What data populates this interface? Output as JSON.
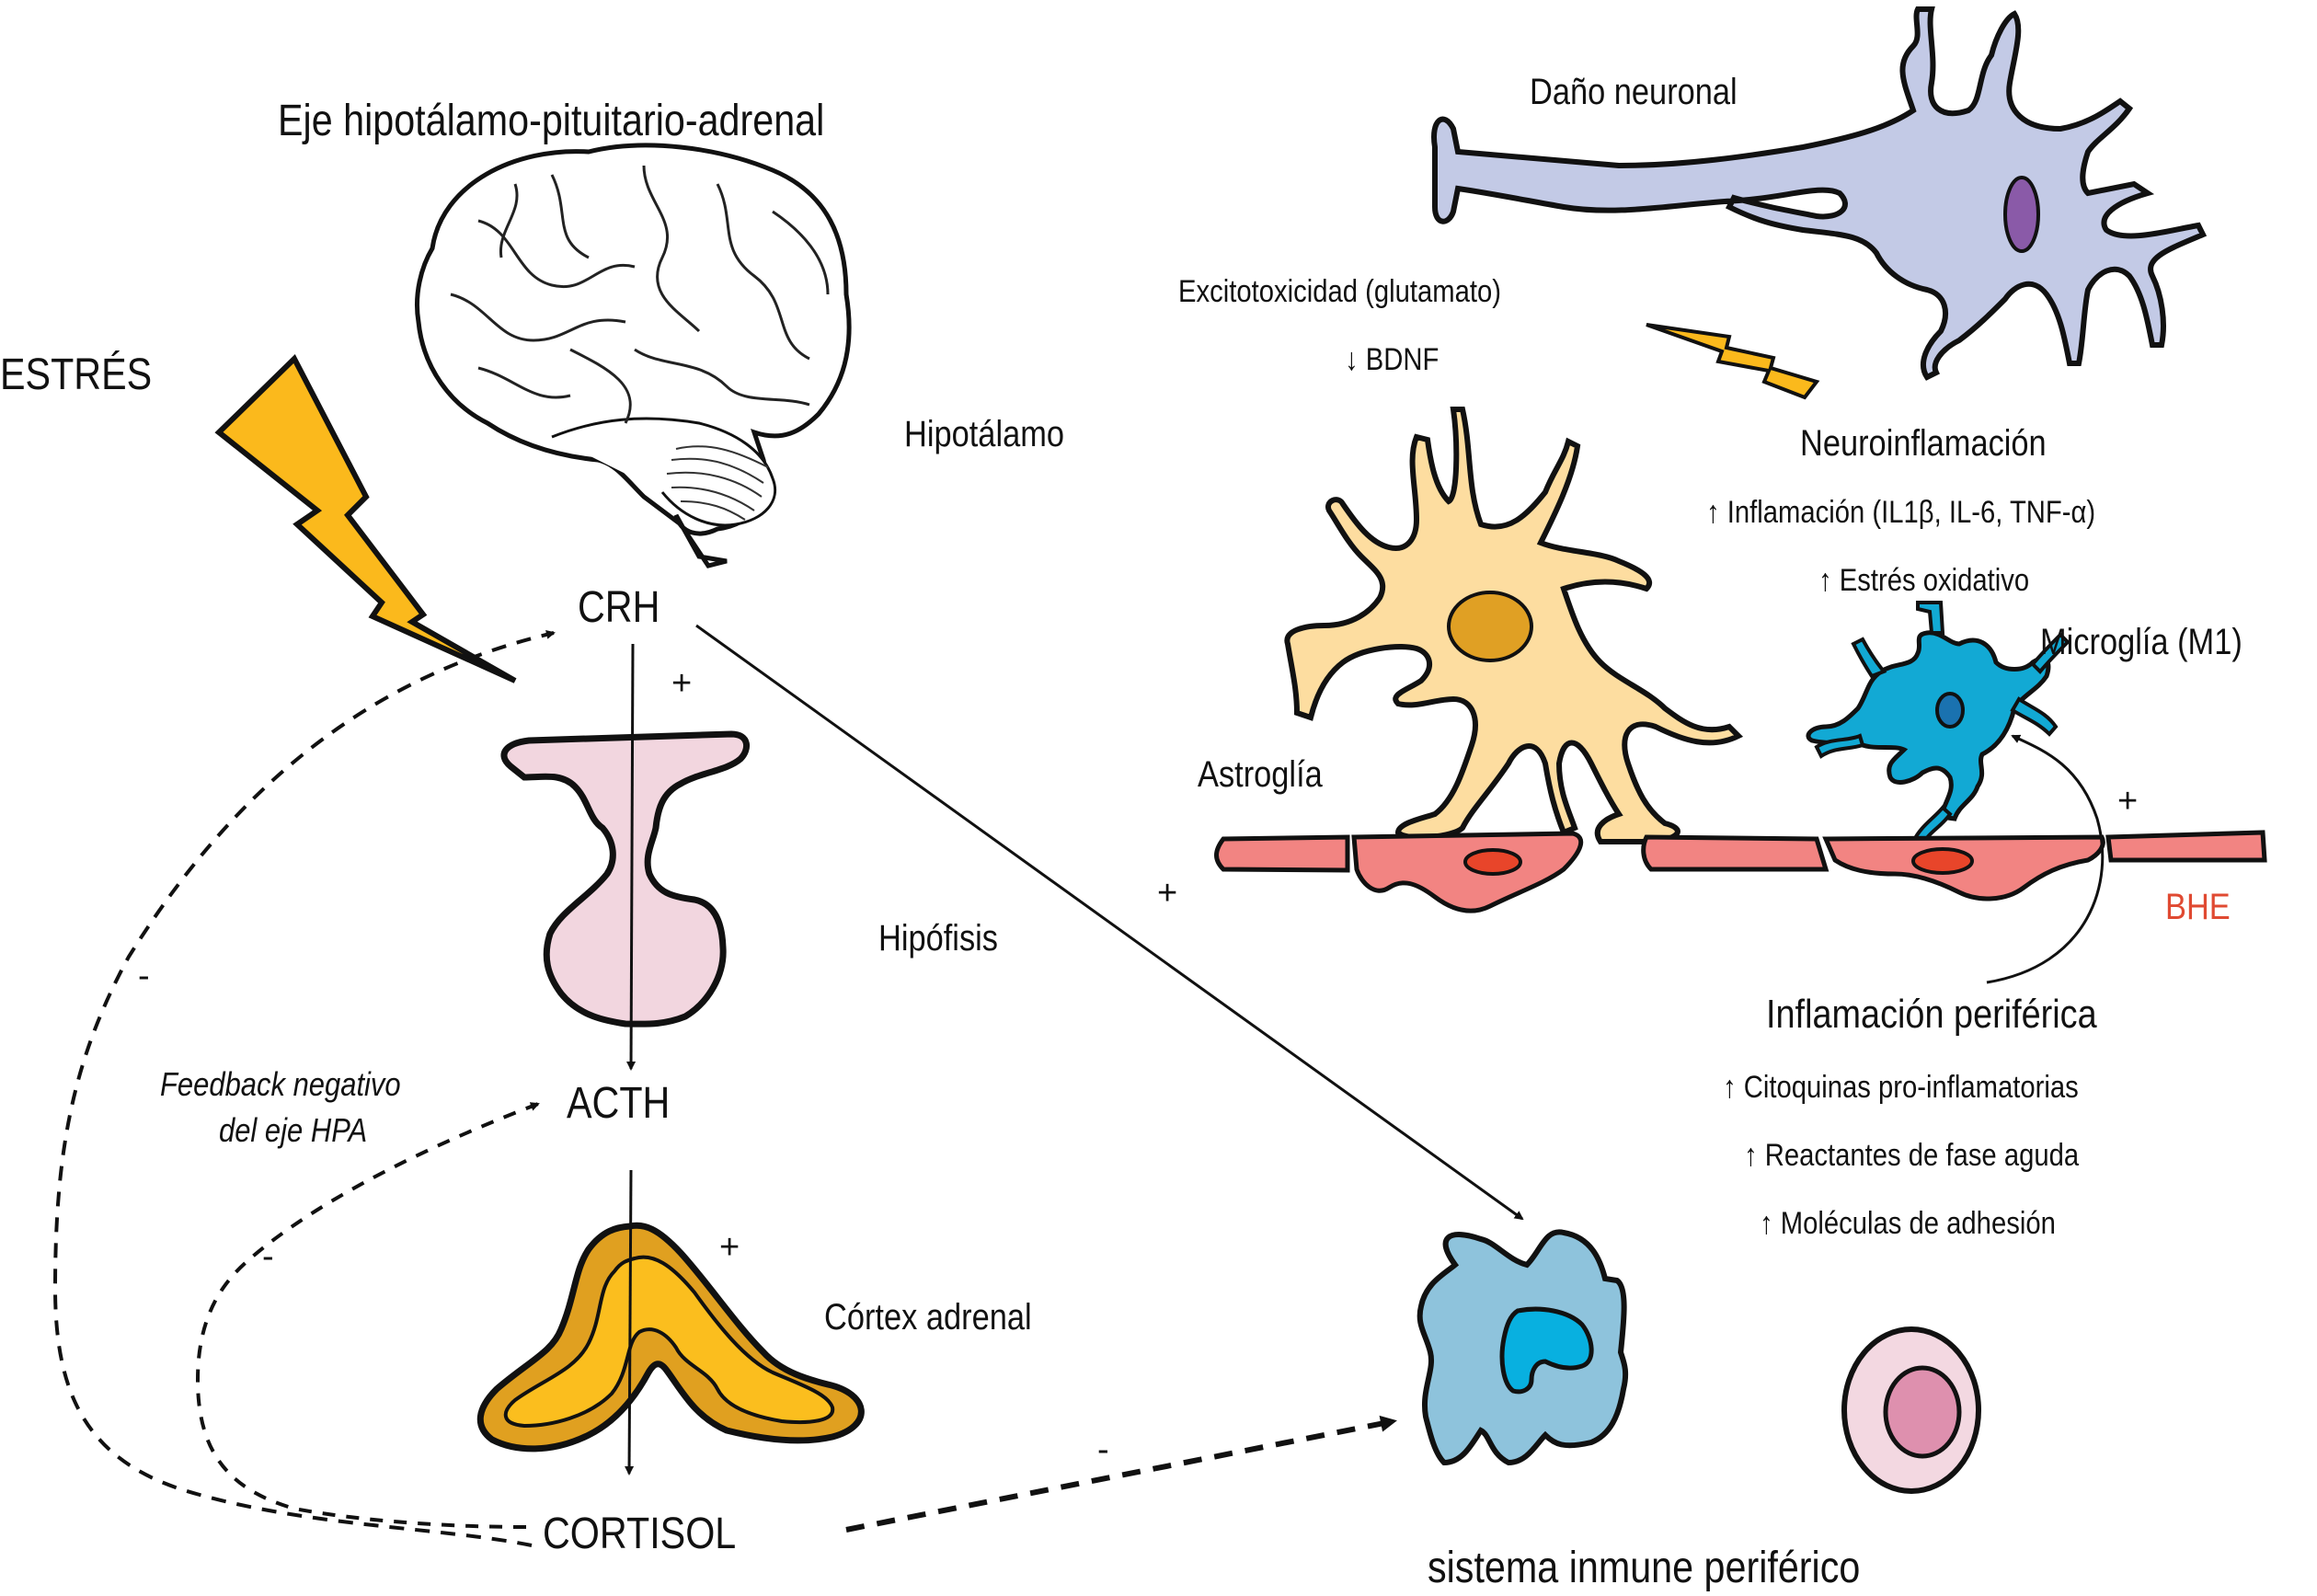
{
  "title": "Eje hipotálamo-pituitario-adrenal",
  "stress_label": "ESTRÉS",
  "hpa": {
    "hypothalamus_label": "Hipotálamo",
    "crh": "CRH",
    "pituitary_label": "Hipófisis",
    "acth": "ACTH",
    "adrenal_label": "Córtex adrenal",
    "cortisol": "CORTISOL",
    "feedback_line1": "Feedback negativo",
    "feedback_line2": "del eje HPA"
  },
  "signs": {
    "crh_to_acth": "+",
    "acth_to_cortisol": "+",
    "crh_to_immune": "+",
    "feedback_outer": "-",
    "feedback_inner": "-",
    "cortisol_to_immune": "-",
    "peripheral_to_microglia": "+"
  },
  "neuron": {
    "label": "Daño neuronal",
    "excitotoxicity": "Excitotoxicidad (glutamato)",
    "bdnf": "↓ BDNF"
  },
  "neuroinflammation": {
    "heading": "Neuroinflamación",
    "items": [
      "↑ Inflamación (IL1β, IL-6, TNF-α)",
      "↑ Estrés oxidativo"
    ],
    "microglia_label": "Microglía (M1)",
    "astroglia_label": "Astroglía",
    "bbb_label": "BHE"
  },
  "peripheral": {
    "heading": "Inflamación periférica",
    "items": [
      "↑ Citoquinas pro-inflamatorias",
      "↑ Reactantes de fase aguda",
      "↑  Moléculas de adhesión"
    ],
    "immune_label": "sistema inmune periférico"
  },
  "colors": {
    "lightning": "#FBB91C",
    "pituitary": "#F2D6DF",
    "adrenal_outer": "#E0A020",
    "adrenal_inner": "#FBBE1E",
    "neuron_body": "#C3CAE6",
    "neuron_nucleus": "#8A5AA8",
    "astrocyte": "#FDDDA0",
    "astrocyte_nucleus": "#E0A024",
    "microglia": "#12A9D4",
    "microglia_nucleus": "#1A72B0",
    "endothelium": "#F28482",
    "endothelium_nucleus": "#E8452A",
    "bbb_text": "#E04A32",
    "macrophage": "#8EC3DC",
    "macrophage_nucleus": "#08B0E0",
    "lymphocyte": "#F3D8E1",
    "lymphocyte_nucleus": "#DE90AE"
  }
}
